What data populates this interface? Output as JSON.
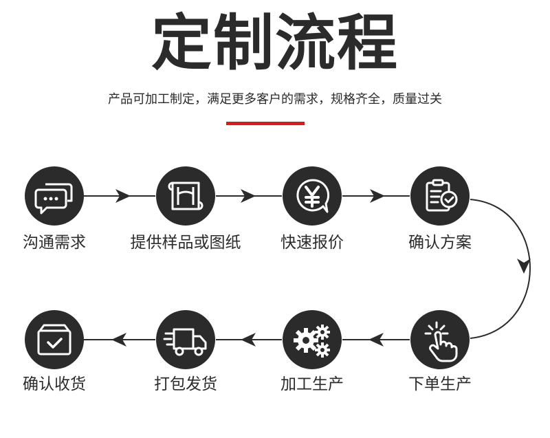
{
  "header": {
    "title": "定制流程",
    "subtitle": "产品可加工制定，满足更多客户的需求，规格齐全，质量过关"
  },
  "colors": {
    "dark": "#2b2b2b",
    "accent": "#e01818",
    "white": "#ffffff"
  },
  "steps": [
    {
      "label": "沟通需求",
      "icon": "chat-bubbles-icon"
    },
    {
      "label": "提供样品或图纸",
      "icon": "blueprint-scroll-icon"
    },
    {
      "label": "快速报价",
      "icon": "yuan-quote-icon"
    },
    {
      "label": "确认方案",
      "icon": "clipboard-check-icon"
    },
    {
      "label": "下单生产",
      "icon": "tap-hand-icon"
    },
    {
      "label": "加工生产",
      "icon": "gears-icon"
    },
    {
      "label": "打包发货",
      "icon": "delivery-truck-icon"
    },
    {
      "label": "确认收货",
      "icon": "received-box-icon"
    }
  ]
}
